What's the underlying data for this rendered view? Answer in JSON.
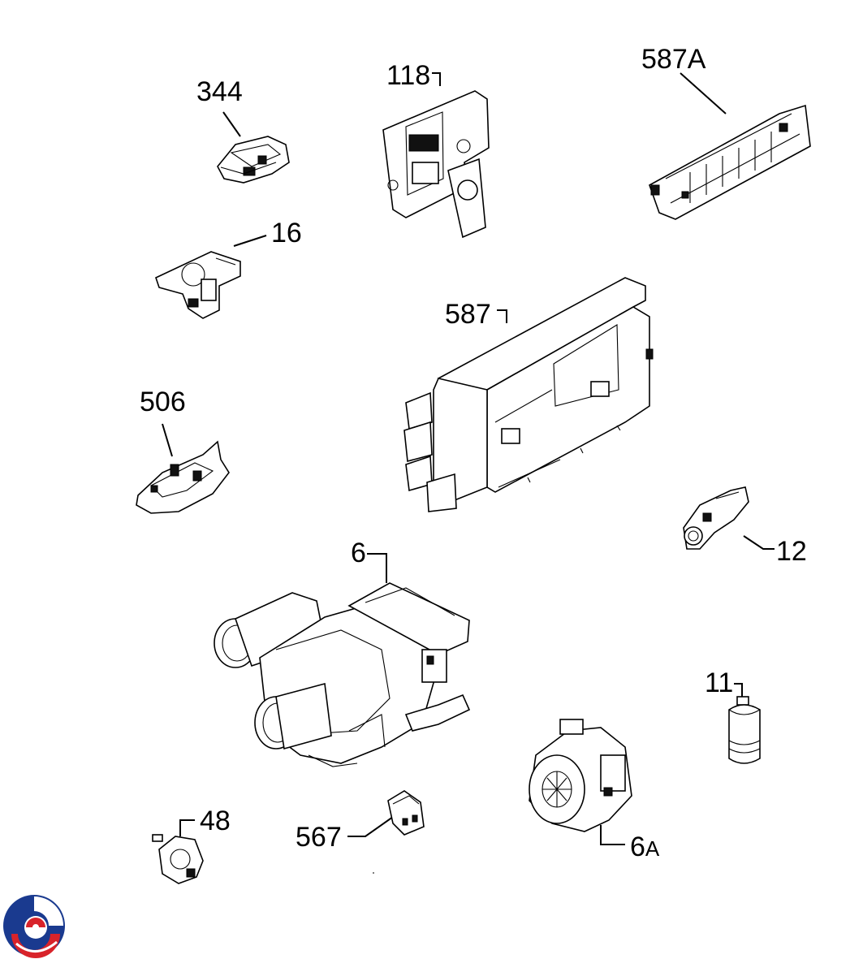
{
  "labels": {
    "p344": "344",
    "p118": "118",
    "p587A": "587A",
    "p16": "16",
    "p587": "587",
    "p506": "506",
    "p12": "12",
    "p6": "6",
    "p11": "11",
    "p48": "48",
    "p567": "567",
    "p6A_num": "6",
    "p6A_suffix": "A"
  },
  "colors": {
    "ink": "#000000",
    "logo_blue": "#1a3a8f",
    "logo_red": "#d8232a"
  },
  "icons": {
    "logo": "brand-logo-icon"
  }
}
